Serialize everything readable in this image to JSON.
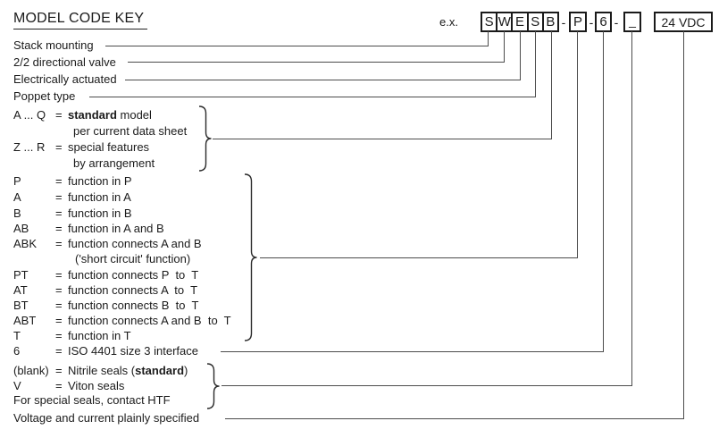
{
  "title": "MODEL CODE KEY",
  "example_label": "e.x.",
  "code": {
    "letters": [
      "S",
      "W",
      "E",
      "S",
      "B"
    ],
    "dash": "-",
    "function_code": "P",
    "interface_code": "6",
    "seal_code": "_",
    "voltage": "24 VDC"
  },
  "entries": [
    {
      "type": "plain",
      "text": "Stack mounting"
    },
    {
      "type": "plain",
      "text": "2/2 directional valve"
    },
    {
      "type": "plain",
      "text": "Electrically actuated"
    },
    {
      "type": "plain",
      "text": "Poppet type"
    },
    {
      "type": "keyed",
      "key": "A ... Q",
      "eq": "=",
      "parts": [
        {
          "t": "standard",
          "b": true
        },
        {
          "t": " model",
          "b": false
        }
      ]
    },
    {
      "type": "cont",
      "text": "per current data sheet"
    },
    {
      "type": "keyed",
      "key": "Z ... R",
      "eq": "=",
      "parts": [
        {
          "t": "special features",
          "b": false
        }
      ]
    },
    {
      "type": "cont",
      "text": "by arrangement"
    },
    {
      "type": "keyed",
      "key": "P",
      "eq": "=",
      "parts": [
        {
          "t": "function in P",
          "b": false
        }
      ]
    },
    {
      "type": "keyed",
      "key": "A",
      "eq": "=",
      "parts": [
        {
          "t": "function in A",
          "b": false
        }
      ]
    },
    {
      "type": "keyed",
      "key": "B",
      "eq": "=",
      "parts": [
        {
          "t": "function in B",
          "b": false
        }
      ]
    },
    {
      "type": "keyed",
      "key": "AB",
      "eq": "=",
      "parts": [
        {
          "t": "function in A and B",
          "b": false
        }
      ]
    },
    {
      "type": "keyed",
      "key": "ABK",
      "eq": "=",
      "parts": [
        {
          "t": "function connects A and B",
          "b": false
        }
      ]
    },
    {
      "type": "cont",
      "text": "('short circuit' function)"
    },
    {
      "type": "keyed",
      "key": "PT",
      "eq": "=",
      "parts": [
        {
          "t": "function connects P  to  T",
          "b": false
        }
      ]
    },
    {
      "type": "keyed",
      "key": "AT",
      "eq": "=",
      "parts": [
        {
          "t": "function connects A  to  T",
          "b": false
        }
      ]
    },
    {
      "type": "keyed",
      "key": "BT",
      "eq": "=",
      "parts": [
        {
          "t": "function connects B  to  T",
          "b": false
        }
      ]
    },
    {
      "type": "keyed",
      "key": "ABT",
      "eq": "=",
      "parts": [
        {
          "t": "function connects A and B  to  T",
          "b": false
        }
      ]
    },
    {
      "type": "keyed",
      "key": "T",
      "eq": "=",
      "parts": [
        {
          "t": "function in T",
          "b": false
        }
      ]
    },
    {
      "type": "keyed",
      "key": "6",
      "eq": "=",
      "parts": [
        {
          "t": "ISO 4401 size 3 interface",
          "b": false
        }
      ]
    },
    {
      "type": "keyed",
      "key": "(blank)",
      "eq": "=",
      "parts": [
        {
          "t": "Nitrile seals (",
          "b": false
        },
        {
          "t": "standard",
          "b": true
        },
        {
          "t": ")",
          "b": false
        }
      ]
    },
    {
      "type": "keyed",
      "key": "V",
      "eq": "=",
      "parts": [
        {
          "t": "Viton seals",
          "b": false
        }
      ]
    },
    {
      "type": "plain",
      "text": "For special seals, contact HTF"
    },
    {
      "type": "plain",
      "text": "Voltage and current plainly specified"
    }
  ]
}
